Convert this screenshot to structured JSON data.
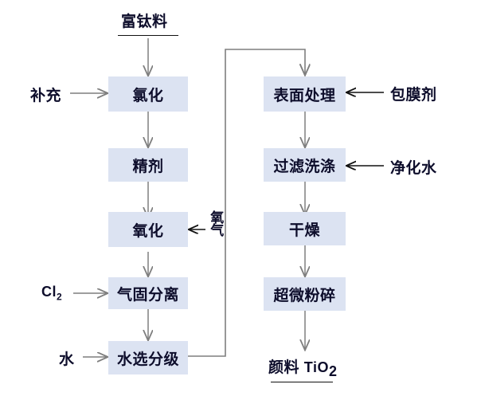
{
  "diagram": {
    "title_text": "富钛料",
    "output_text_cn": "颜料 ",
    "output_formula": "TiO",
    "output_sub": "2",
    "left_nodes": [
      {
        "label": "氯化"
      },
      {
        "label": "精剂"
      },
      {
        "label": "氧化"
      },
      {
        "label": "气固分离"
      },
      {
        "label": "水选分级"
      }
    ],
    "right_nodes": [
      {
        "label": "表面处理"
      },
      {
        "label": "过滤洗涤"
      },
      {
        "label": "干燥"
      },
      {
        "label": "超微粉碎"
      }
    ],
    "side_inputs_left": [
      {
        "label": "补充",
        "target": "氯化"
      },
      {
        "label": "Cl",
        "sub": "2",
        "target": "气固分离"
      },
      {
        "label": "水",
        "target": "水选分级"
      }
    ],
    "inner_inputs": [
      {
        "label": "氧气",
        "target": "氧化"
      }
    ],
    "side_inputs_right": [
      {
        "label": "包膜剂",
        "target": "表面处理"
      },
      {
        "label": "净化水",
        "target": "过滤洗涤"
      }
    ],
    "colors": {
      "node_fill": "#dce3f2",
      "text": "#0d0d2b",
      "arrow_gray": "#7f7f7f",
      "arrow_black": "#111111"
    }
  }
}
